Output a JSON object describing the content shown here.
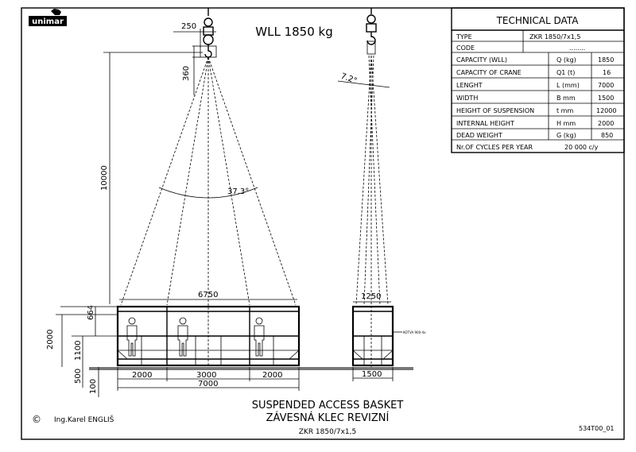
{
  "logo": {
    "text": "unimar"
  },
  "title": {
    "main": "WLL  1850  kg"
  },
  "dims": {
    "top_250": "250",
    "side_360": "360",
    "height_10000": "10000",
    "angle_37": "37.3°",
    "angle_7": "7.2°",
    "width_6750": "6750",
    "width_1250": "1250",
    "left_664": "664",
    "left_2000": "2000",
    "left_1100": "1100",
    "left_500": "500",
    "left_100": "100",
    "bottom_2000a": "2000",
    "bottom_3000": "3000",
    "bottom_2000b": "2000",
    "bottom_7000": "7000",
    "bottom_1500": "1500",
    "side_note": "KOTVA 900-4x"
  },
  "technical_data": {
    "title": "TECHNICAL  DATA",
    "type_label": "TYPE",
    "type_value": "ZKR  1850/7x1,5",
    "code_label": "CODE",
    "code_value": "........",
    "rows": [
      {
        "label": "CAPACITY  (WLL)",
        "unit": "Q  (kg)",
        "value": "1850"
      },
      {
        "label": "CAPACITY  OF  CRANE",
        "unit": "Q1  (t)",
        "value": "16"
      },
      {
        "label": "LENGHT",
        "unit": "L  (mm)",
        "value": "7000"
      },
      {
        "label": "WIDTH",
        "unit": "B  mm",
        "value": "1500"
      },
      {
        "label": "HEIGHT  OF  SUSPENSION",
        "unit": "t  mm",
        "value": "12000"
      },
      {
        "label": "INTERNAL  HEIGHT",
        "unit": "H  mm",
        "value": "2000"
      },
      {
        "label": "DEAD  WEIGHT",
        "unit": "G  (kg)",
        "value": "850"
      }
    ],
    "cycles_label": "Nr.OF  CYCLES  PER  YEAR",
    "cycles_value": "20 000  c/y"
  },
  "caption": {
    "line1": "SUSPENDED  ACCESS  BASKET",
    "line2": "ZÁVESNÁ  KLEC  REVIZNÍ",
    "type": "ZKR  1850/7x1,5"
  },
  "footer": {
    "copyright": "©",
    "author": "Ing.Karel  ENGLIŠ",
    "drawing_no": "534T00_01"
  }
}
